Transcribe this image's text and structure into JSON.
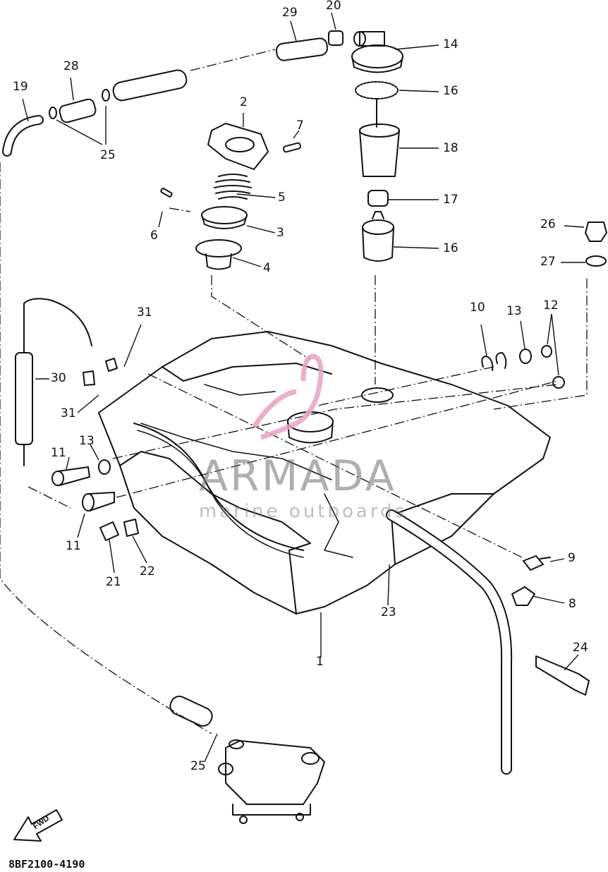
{
  "diagram_code": "8BF2100-4190",
  "watermark": {
    "brand": "ARMADA",
    "tagline": "marine outboards"
  },
  "fwd_label": "FWD",
  "callouts": {
    "p1": "1",
    "p2": "2",
    "p3": "3",
    "p4": "4",
    "p5": "5",
    "p6": "6",
    "p7": "7",
    "p8": "8",
    "p9": "9",
    "p10": "10",
    "p11a": "11",
    "p11b": "11",
    "p12": "12",
    "p13a": "13",
    "p13b": "13",
    "p14": "14",
    "p16a": "16",
    "p16b": "16",
    "p17": "17",
    "p18": "18",
    "p19": "19",
    "p20": "20",
    "p21": "21",
    "p22": "22",
    "p23": "23",
    "p24": "24",
    "p25a": "25",
    "p25b": "25",
    "p26": "26",
    "p27": "27",
    "p28": "28",
    "p29": "29",
    "p30": "30",
    "p31a": "31",
    "p31b": "31"
  }
}
